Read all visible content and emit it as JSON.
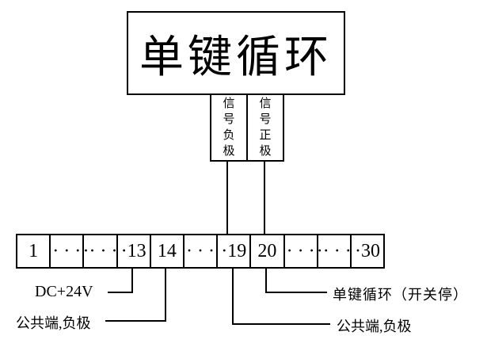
{
  "diagram": {
    "device_box": {
      "label": "单键循环"
    },
    "signal_labels": [
      {
        "label": "信号负极"
      },
      {
        "label": "信号正极"
      }
    ],
    "terminal_strip": {
      "cells": [
        "1",
        "· · ·",
        "·· · ·",
        "·13",
        "14",
        "· · ·",
        "·19",
        "20",
        "· · ·",
        "·· · ·",
        "·30"
      ]
    },
    "annotations": {
      "dc": "DC+24V",
      "common_left": "公共端,负极",
      "cycle": "单键循环（开关停）",
      "common_right": "公共端,负极"
    },
    "colors": {
      "line": "#000000",
      "background": "#ffffff"
    }
  }
}
